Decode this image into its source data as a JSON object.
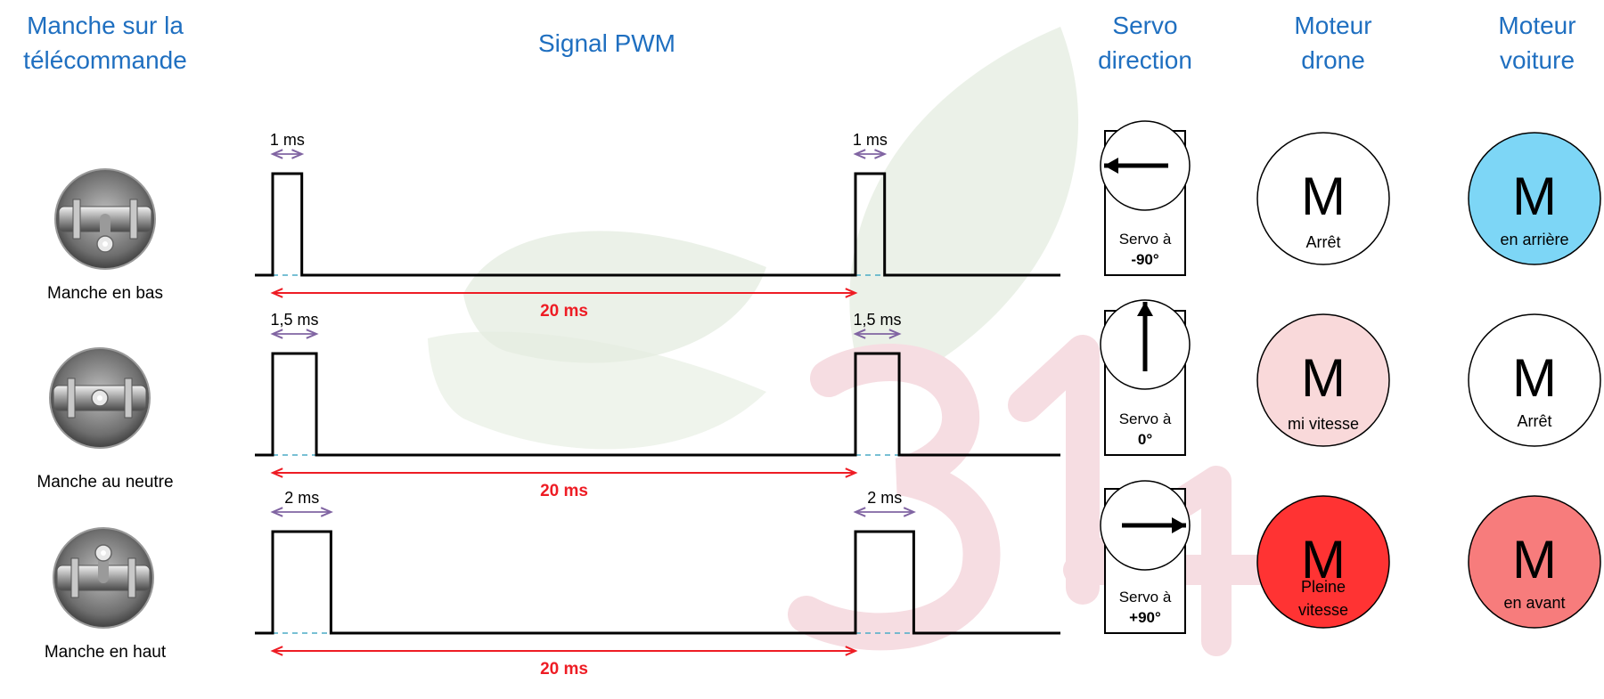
{
  "headers": {
    "stick": [
      "Manche sur la",
      "télécommande"
    ],
    "pwm": "Signal PWM",
    "servo": [
      "Servo",
      "direction"
    ],
    "drone": [
      "Moteur",
      "drone"
    ],
    "car": [
      "Moteur",
      "voiture"
    ]
  },
  "colors": {
    "header_blue": "#1f6fc0",
    "period_red": "#ee1c24",
    "pulse_purple": "#8064a2",
    "baseline_blue": "#4bacc6",
    "motor_stop": "#ffffff",
    "motor_half": "#f9d9da",
    "motor_full": "#ff3333",
    "motor_reverse": "#7dd6f6",
    "motor_forward": "#f77c7c",
    "watermark_leaf": "#e4ece0",
    "watermark_digits": "#f6dde2"
  },
  "rows": [
    {
      "stick_label": "Manche en bas",
      "stick_position": "down",
      "pulse_label": "1 ms",
      "pulse_ms": 1,
      "period_label": "20 ms",
      "period_ms": 20,
      "servo_label": "Servo à",
      "servo_angle": "-90°",
      "servo_direction": "left",
      "drone_letter": "M",
      "drone_label": [
        "Arrêt"
      ],
      "drone_color": "#ffffff",
      "car_letter": "M",
      "car_label": [
        "en arrière"
      ],
      "car_color": "#7dd6f6"
    },
    {
      "stick_label": "Manche au neutre",
      "stick_position": "neutral",
      "pulse_label": "1,5 ms",
      "pulse_ms": 1.5,
      "period_label": "20 ms",
      "period_ms": 20,
      "servo_label": "Servo à",
      "servo_angle": "0°",
      "servo_direction": "up",
      "drone_letter": "M",
      "drone_label": [
        "mi vitesse"
      ],
      "drone_color": "#f9d9da",
      "car_letter": "M",
      "car_label": [
        "Arrêt"
      ],
      "car_color": "#ffffff"
    },
    {
      "stick_label": "Manche en haut",
      "stick_position": "up",
      "pulse_label": "2 ms",
      "pulse_ms": 2,
      "period_label": "20 ms",
      "period_ms": 20,
      "servo_label": "Servo à",
      "servo_angle": "+90°",
      "servo_direction": "right",
      "drone_letter": "M",
      "drone_label": [
        "Pleine",
        "vitesse"
      ],
      "drone_color": "#ff3333",
      "car_letter": "M",
      "car_label": [
        "en avant"
      ],
      "car_color": "#f77c7c"
    }
  ]
}
